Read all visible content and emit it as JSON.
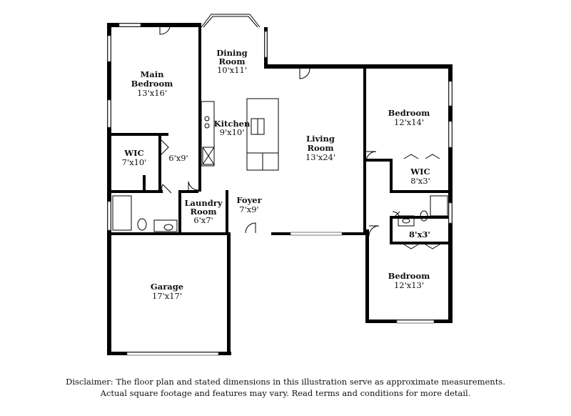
{
  "rooms": {
    "main_bedroom": {
      "name1": "Main",
      "name2": "Bedroom",
      "dims": "13'x16'"
    },
    "dining": {
      "name1": "Dining",
      "name2": "Room",
      "dims": "10'x11'"
    },
    "kitchen": {
      "name": "Kitchen",
      "dims": "9'x10'"
    },
    "living": {
      "name1": "Living",
      "name2": "Room",
      "dims": "13'x24'"
    },
    "bedroom_top": {
      "name": "Bedroom",
      "dims": "12'x14'"
    },
    "wic_left": {
      "name": "WIC",
      "dims": "7'x10'"
    },
    "bath_main": {
      "dims": "6'x9'"
    },
    "wic_right": {
      "name": "WIC",
      "dims": "8'x3'"
    },
    "laundry": {
      "name1": "Laundry",
      "name2": "Room",
      "dims": "6'x7'"
    },
    "foyer": {
      "name": "Foyer",
      "dims": "7'x9'"
    },
    "bath_right": {
      "dims": "8'x3'"
    },
    "garage": {
      "name": "Garage",
      "dims": "17'x17'"
    },
    "bedroom_bottom": {
      "name": "Bedroom",
      "dims": "12'x13'"
    }
  },
  "disclaimer": {
    "line1": "Disclaimer: The floor plan and stated dimensions in this illustration serve as approximate measurements.",
    "line2": "Actual square footage and features may vary. Read terms and conditions for more detail."
  }
}
